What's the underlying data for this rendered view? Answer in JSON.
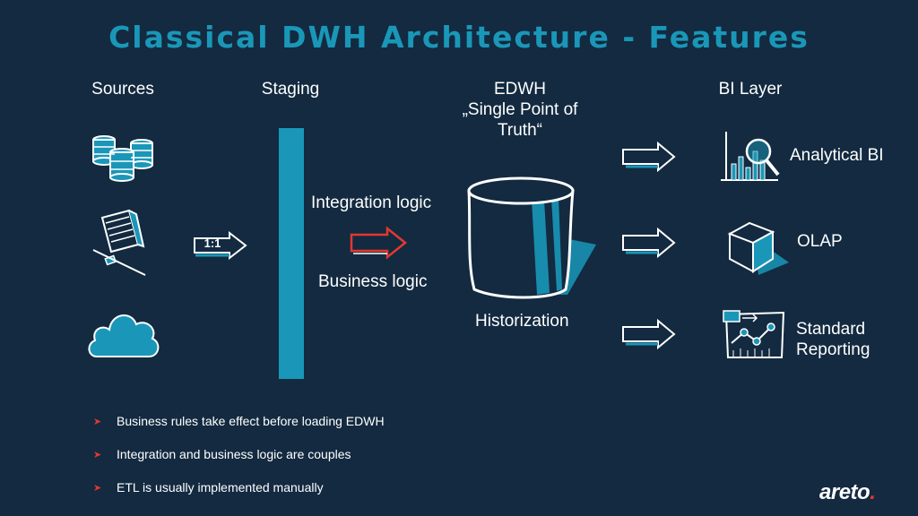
{
  "slide": {
    "title": "Classical DWH Architecture - Features"
  },
  "columns": {
    "sources": "Sources",
    "staging": "Staging",
    "edwh_line1": "EDWH",
    "edwh_line2": "„Single Point of",
    "edwh_line3": "Truth“",
    "bi_layer": "BI Layer"
  },
  "flow": {
    "copy_label": "1:1",
    "integration_logic": "Integration logic",
    "business_logic": "Business logic",
    "historization": "Historization"
  },
  "bi_items": {
    "analytical": "Analytical BI",
    "olap": "OLAP",
    "reporting_line1": "Standard",
    "reporting_line2": "Reporting"
  },
  "bullets": [
    "Business rules take effect before loading EDWH",
    "Integration and business logic are couples",
    "ETL is usually implemented manually"
  ],
  "brand": {
    "name": "areto",
    "dot": "."
  },
  "colors": {
    "background": "#132a40",
    "accent": "#1a97b8",
    "highlight": "#e2382f",
    "text": "#ffffff"
  }
}
